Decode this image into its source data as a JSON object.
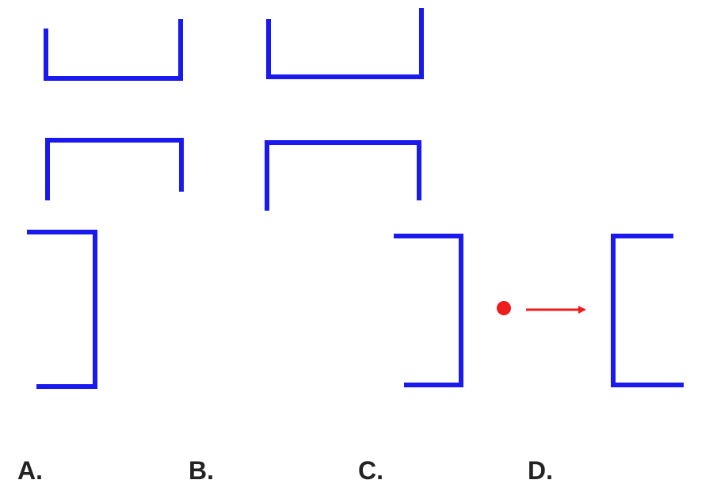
{
  "colors": {
    "shape_stroke": "#1a1aee",
    "marker": "#ee1c1c",
    "label_text": "#222222"
  },
  "figure": {
    "shapes": [
      {
        "name": "open-top-bracket-a",
        "orientation": "open-top"
      },
      {
        "name": "open-top-bracket-b",
        "orientation": "open-top"
      },
      {
        "name": "open-bottom-bracket-a",
        "orientation": "open-bottom"
      },
      {
        "name": "open-bottom-bracket-b",
        "orientation": "open-bottom"
      },
      {
        "name": "open-left-bracket-a",
        "orientation": "open-left"
      },
      {
        "name": "open-left-bracket-b",
        "orientation": "open-left"
      },
      {
        "name": "open-right-bracket",
        "orientation": "open-right"
      }
    ],
    "marker": {
      "type": "dot-with-arrow",
      "direction": "right"
    }
  },
  "options": {
    "a": "A.",
    "b": "B.",
    "c": "C.",
    "d": "D."
  }
}
